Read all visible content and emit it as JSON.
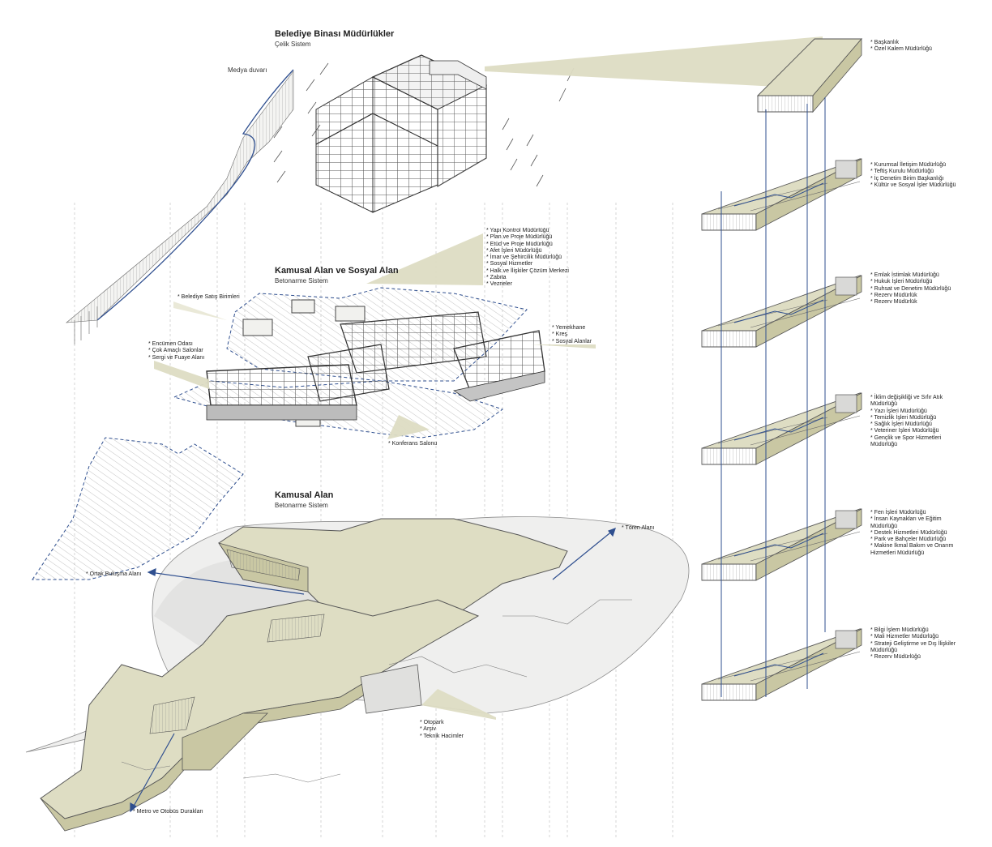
{
  "colors": {
    "beige": "#deddc3",
    "beige_dark": "#c9c7a3",
    "beige_light": "#ecebdc",
    "blue": "#2f4f8f",
    "steel": "#444444",
    "ground": "#e9e9e9",
    "hatch": "#8a8a8a",
    "grey_box": "#d9d9d7"
  },
  "sections": {
    "steel": {
      "title": "Belediye Binası Müdürlükler",
      "subtitle": "Çelik Sistem"
    },
    "social": {
      "title": "Kamusal Alan ve Sosyal Alan",
      "subtitle": "Betonarme Sistem"
    },
    "public": {
      "title": "Kamusal Alan",
      "subtitle": "Betonarme Sistem"
    }
  },
  "labels": {
    "media_wall": "Medya duvarı",
    "ceremony": "* Tören Alanı",
    "meeting": "* Ortak Buluşma Alanı",
    "metro": "* Metro ve Otobüs Durakları"
  },
  "notes": {
    "structural": [
      "* Yapı Kontrol Müdürlüğü",
      "* Plan ve Proje Müdürlüğü",
      "* Etüd ve Proje Müdürlüğü",
      "* Afet İşleri Müdürlüğü",
      "* İmar ve Şehircilik Müdürlüğü",
      "* Sosyal Hizmetler",
      "* Halk ve İlişkiler Çözüm Merkezi",
      "* Zabıta",
      "* Vezneler"
    ],
    "sales": [
      "* Belediye Satış Birimleri"
    ],
    "council": [
      "* Encümen Odası",
      "* Çok Amaçlı Salonlar",
      "* Sergi ve Fuaye Alanı"
    ],
    "dining": [
      "* Yemekhane",
      "* Kreş",
      "* Sosyal Alanlar"
    ],
    "conference": [
      "* Konferans Salonu"
    ],
    "parking": [
      "* Otopark",
      "* Arşiv",
      "* Teknik Hacimler"
    ],
    "floor1": [
      "* Başkanlık",
      "* Özel Kalem Müdürlüğü"
    ],
    "floor2": [
      "* Kurumsal İletişim Müdürlüğü",
      "* Teftiş Kurulu Müdürlüğü",
      "* İç Denetim Birim Başkanlığı",
      "* Kültür ve Sosyal İşler Müdürlüğü"
    ],
    "floor3": [
      "* Emlak İstimlak Müdürlüğü",
      "* Hukuk İşleri Müdürlüğü",
      "* Ruhsat ve Denetim Müdürlüğü",
      "* Rezerv Müdürlük",
      "* Rezerv Müdürlük"
    ],
    "floor4": [
      "* İklim değişikliği ve Sıfır Atık",
      "Müdürlüğü",
      "* Yazı İşleri Müdürlüğü",
      "* Temizlik İşleri Müdürlüğü",
      "* Sağlık İşleri Müdürlüğü",
      "* Veteriner İşleri Müdürlüğü",
      "* Gençlik ve Spor Hizmetleri",
      "Müdürlüğü"
    ],
    "floor5": [
      "* Fen İşleri Müdürlüğü",
      "* İnsan Kaynakları ve Eğitim",
      "Müdürlüğü",
      "* Destek Hizmetleri Müdürlüğü",
      "* Park ve Bahçeler Müdürlüğü",
      "* Makine İkmal Bakım ve Onarım",
      "Hizmetleri Müdürlüğü"
    ],
    "floor6": [
      "* Bilgi İşlem Müdürlüğü",
      "* Mali Hizmetler Müdürlüğü",
      "* Strateji Geliştirme ve Dış İlişkiler",
      "Müdürlüğü",
      "* Rezerv Müdürlüğü"
    ]
  }
}
